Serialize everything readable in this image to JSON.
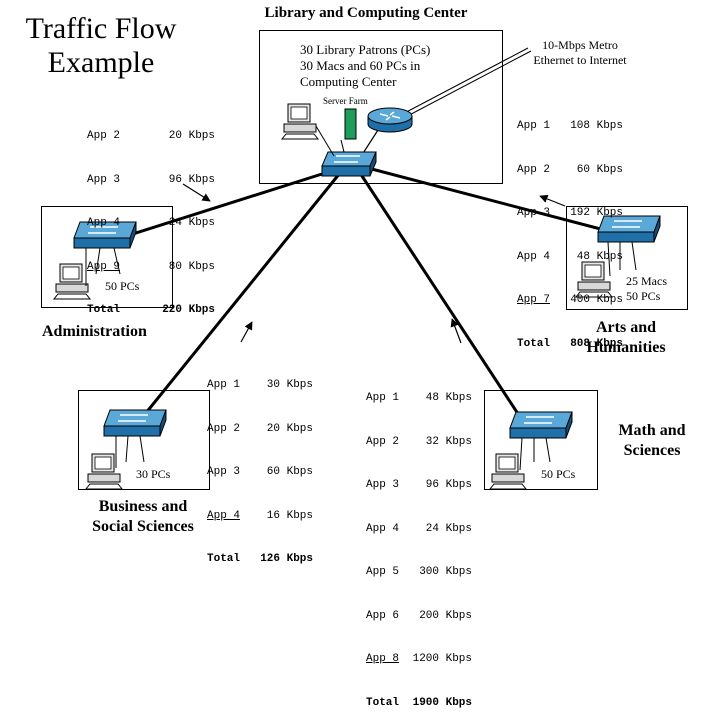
{
  "title": [
    "Traffic Flow",
    "Example"
  ],
  "library": {
    "label": "Library and Computing Center",
    "description": [
      "30 Library Patrons (PCs)",
      "30 Macs and 60 PCs in",
      "Computing Center"
    ],
    "server_farm_label": "Server Farm"
  },
  "internet": {
    "label": [
      "10-Mbps Metro",
      "Ethernet to Internet"
    ]
  },
  "sites": {
    "administration": {
      "name": "Administration",
      "pcs": "50 PCs"
    },
    "arts": {
      "name": [
        "Arts and",
        "Humanities"
      ],
      "pcs": [
        "25 Macs",
        "50 PCs"
      ]
    },
    "business": {
      "name": [
        "Business and",
        "Social Sciences"
      ],
      "pcs": "30 PCs"
    },
    "math": {
      "name": [
        "Math and",
        "Sciences"
      ],
      "pcs": "50 PCs"
    }
  },
  "tables": {
    "administration": {
      "rows": [
        [
          "App 2",
          "20 Kbps"
        ],
        [
          "App 3",
          "96 Kbps"
        ],
        [
          "App 4",
          "24 Kbps"
        ],
        [
          "App 9",
          "80 Kbps"
        ]
      ],
      "total": [
        "Total",
        "220 Kbps"
      ]
    },
    "arts": {
      "rows": [
        [
          "App 1",
          "108 Kbps"
        ],
        [
          "App 2",
          "60 Kbps"
        ],
        [
          "App 3",
          "192 Kbps"
        ],
        [
          "App 4",
          "48 Kbps"
        ],
        [
          "App 7",
          "400 Kbps"
        ]
      ],
      "total": [
        "Total",
        "808 Kbps"
      ]
    },
    "business": {
      "rows": [
        [
          "App 1",
          "30 Kbps"
        ],
        [
          "App 2",
          "20 Kbps"
        ],
        [
          "App 3",
          "60 Kbps"
        ],
        [
          "App 4",
          "16 Kbps"
        ]
      ],
      "total": [
        "Total",
        "126 Kbps"
      ]
    },
    "math": {
      "rows": [
        [
          "App 1",
          "48 Kbps"
        ],
        [
          "App 2",
          "32 Kbps"
        ],
        [
          "App 3",
          "96 Kbps"
        ],
        [
          "App 4",
          "24 Kbps"
        ],
        [
          "App 5",
          "300 Kbps"
        ],
        [
          "App 6",
          "200 Kbps"
        ],
        [
          "App 8",
          "1200 Kbps"
        ]
      ],
      "total": [
        "Total",
        "1900 Kbps"
      ]
    }
  },
  "colors": {
    "switch_top": "#5aa8d8",
    "switch_side": "#1f6fa8",
    "router": "#3d8fc6",
    "server": "#1e9e5a"
  }
}
